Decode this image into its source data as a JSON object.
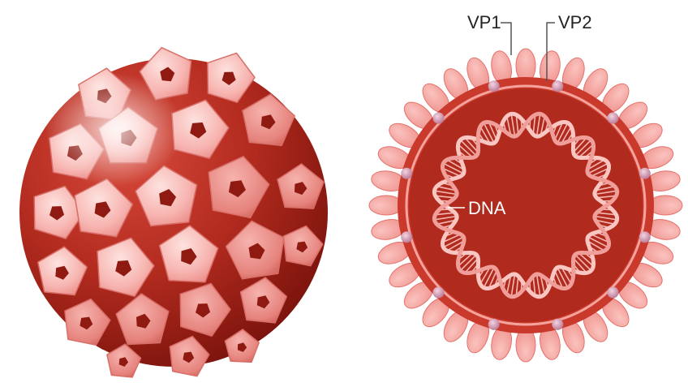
{
  "labels": {
    "vp1": "VP1",
    "vp2": "VP2",
    "dna": "DNA"
  },
  "colors": {
    "capsid_dark": "#8e1a12",
    "capsid_mid": "#b12a1e",
    "capsomer_light": "#fbd3cf",
    "capsomer_mid": "#f4a3a0",
    "capsomer_hole": "#8e1a12",
    "interior": "#b02a1d",
    "dna_strand": "#f6b7b3",
    "vp2_bead": "#d49ab0",
    "label_line": "#555555"
  },
  "icons": {
    "intact_virion": "hpv-capsid-exterior",
    "cross_section": "hpv-capsid-cross-section"
  }
}
